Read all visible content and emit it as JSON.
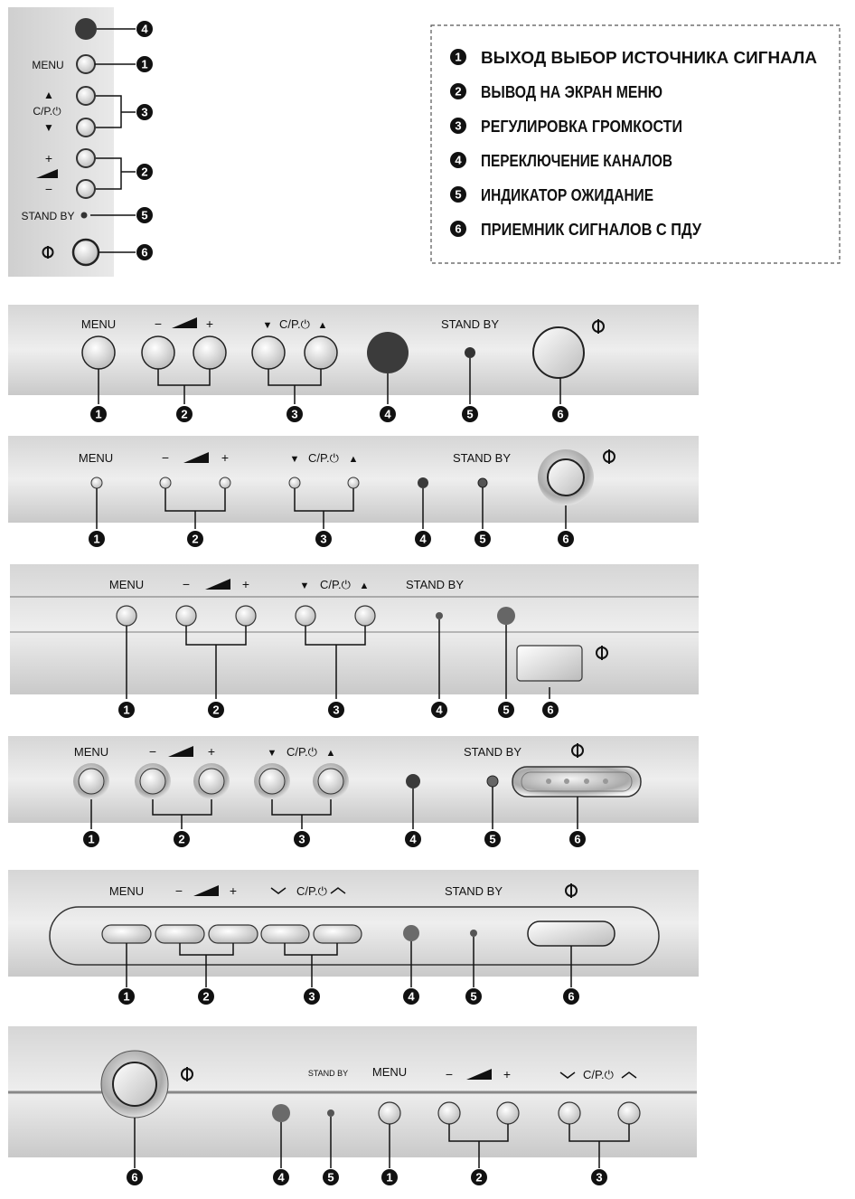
{
  "labels": {
    "menu": "MENU",
    "channel": "C/P.⏻",
    "standby": "STAND BY",
    "power_icon": "power-icon",
    "plus": "+",
    "minus": "−",
    "up": "▲",
    "down": "▼"
  },
  "legend": {
    "items": [
      {
        "num": "1",
        "text": "ВЫХОД ВЫБОР ИСТОЧНИКА СИГНАЛА"
      },
      {
        "num": "2",
        "text": "ВЫВОД НА ЭКРАН МЕНЮ"
      },
      {
        "num": "3",
        "text": "РЕГУЛИРОВКА ГРОМКОСТИ"
      },
      {
        "num": "4",
        "text": "ПЕРЕКЛЮЧЕНИЕ КАНАЛОВ"
      },
      {
        "num": "5",
        "text": "ИНДИКАТОР ОЖИДАНИЕ"
      },
      {
        "num": "6",
        "text": "ПРИЕМНИК СИГНАЛОВ С ПДУ"
      }
    ]
  },
  "callouts": [
    "1",
    "2",
    "3",
    "4",
    "5",
    "6"
  ]
}
